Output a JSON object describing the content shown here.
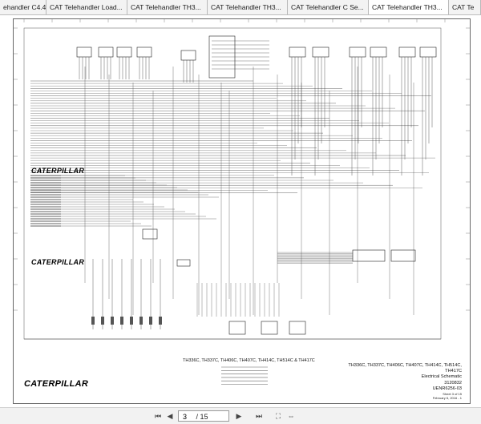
{
  "tabs": [
    {
      "label": "ehandler C4.4..."
    },
    {
      "label": "CAT Telehandler Load..."
    },
    {
      "label": "CAT Telehandler TH3..."
    },
    {
      "label": "CAT Telehandler TH3..."
    },
    {
      "label": "CAT Telehandler C Se..."
    },
    {
      "label": "CAT Telehandler TH3..."
    },
    {
      "label": "CAT Te"
    }
  ],
  "tab_close_glyph": "×",
  "document": {
    "brand": "CATERPILLAR",
    "caption": "TH336C, TH337C, TH406C, TH407C, TH414C, TH514C & TH417C",
    "title_block": {
      "models": "TH336C, TH337C, TH406C, TH407C, TH414C, TH514C, TH417C",
      "title": "Electrical Schematic",
      "part_number": "3120832",
      "uenr": "UENR6256-03"
    },
    "sheet_info": {
      "sheet": "Sheet 3 of 15",
      "date": "February 6, 2016 - 1"
    }
  },
  "toolbar": {
    "first": "⏮",
    "prev": "◀",
    "page_current": "3",
    "page_total": "/ 15",
    "next": "▶",
    "last": "⏭",
    "fit_page": "⛶",
    "fit_width": "⇔"
  }
}
